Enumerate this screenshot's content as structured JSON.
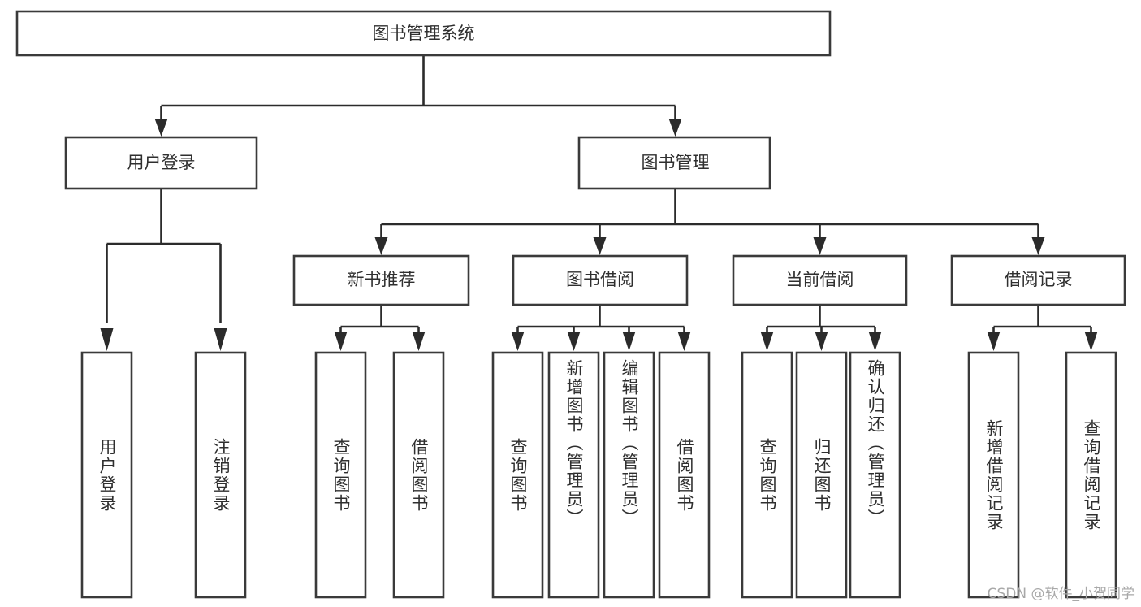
{
  "diagram": {
    "title": "图书管理系统",
    "type": "tree-hierarchy-diagram",
    "colors": {
      "box_stroke": "#3a3a3a",
      "box_fill": "#ffffff",
      "connector": "#2b2b2b",
      "text": "#2f2f2f",
      "watermark": "#a8a8a8",
      "background": "#ffffff"
    },
    "root": {
      "label": "图书管理系统"
    },
    "level2": [
      {
        "label": "用户登录"
      },
      {
        "label": "图书管理"
      }
    ],
    "level3": [
      {
        "label": "新书推荐"
      },
      {
        "label": "图书借阅"
      },
      {
        "label": "当前借阅"
      },
      {
        "label": "借阅记录"
      }
    ],
    "leaves": [
      {
        "label": "用户登录",
        "parent": "用户登录"
      },
      {
        "label": "注销登录",
        "parent": "用户登录"
      },
      {
        "label": "查询图书",
        "parent": "新书推荐"
      },
      {
        "label": "借阅图书",
        "parent": "新书推荐"
      },
      {
        "label": "查询图书",
        "parent": "图书借阅"
      },
      {
        "label": "新增图书（管理员）",
        "parent": "图书借阅"
      },
      {
        "label": "编辑图书（管理员）",
        "parent": "图书借阅"
      },
      {
        "label": "借阅图书",
        "parent": "图书借阅"
      },
      {
        "label": "查询图书",
        "parent": "当前借阅"
      },
      {
        "label": "归还图书",
        "parent": "当前借阅"
      },
      {
        "label": "确认归还（管理员）",
        "parent": "当前借阅"
      },
      {
        "label": "新增借阅记录",
        "parent": "借阅记录"
      },
      {
        "label": "查询借阅记录",
        "parent": "借阅记录"
      }
    ]
  },
  "watermark": {
    "text": "CSDN @软件_小贺同学"
  }
}
